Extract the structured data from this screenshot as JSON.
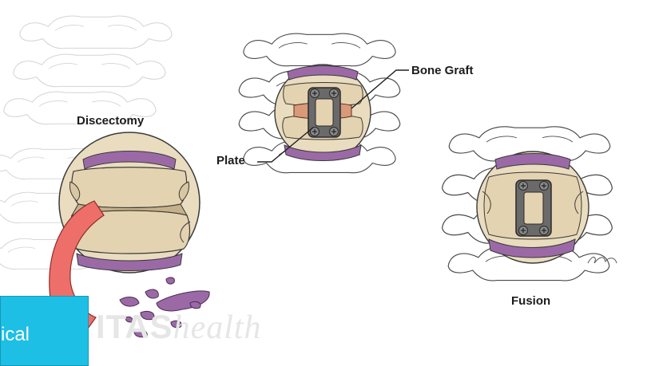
{
  "labels": {
    "discectomy": "Discectomy",
    "bone_graft": "Bone Graft",
    "plate": "Plate",
    "fusion": "Fusion"
  },
  "watermark": {
    "bold_part": "ITAS",
    "light_part": "health"
  },
  "corner_tab": {
    "text": "ical"
  },
  "colors": {
    "bone_fill": "#e9dcbf",
    "disc": "#9b6aa6",
    "arrow": "#ee6f6a",
    "graft": "#d99a7a",
    "plate": "#555555",
    "tab": "#1ebfe4"
  }
}
